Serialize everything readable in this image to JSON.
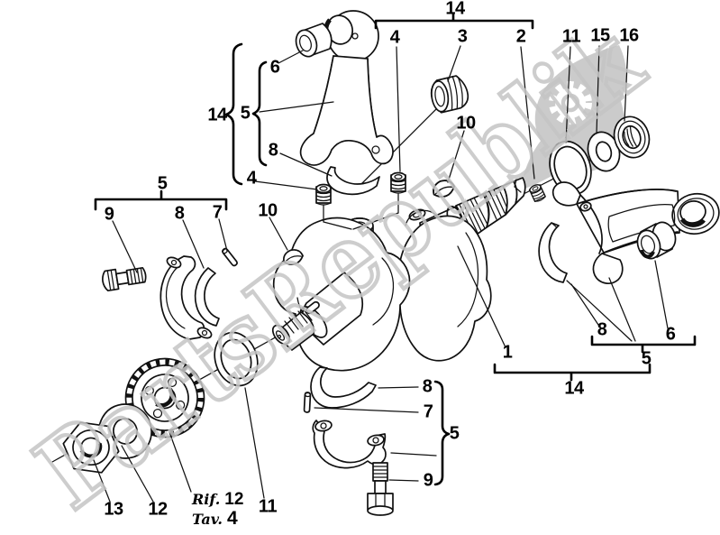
{
  "watermark": {
    "text": "PartsRepublik",
    "color": "#c5c5c5"
  },
  "logo": {
    "shape": "droplet-with-gear-icon",
    "color": "#cbcbcb"
  },
  "colors": {
    "line": "#111111",
    "background": "#ffffff",
    "watermark": "#c5c5c5",
    "logo": "#cbcbcb"
  },
  "callouts": {
    "top_bracket_14": "14",
    "top_4": "4",
    "top_3": "3",
    "top_2": "2",
    "top_11": "11",
    "top_15": "15",
    "top_16": "16",
    "rodL_6": "6",
    "rodL_5": "5",
    "rodL_14": "14",
    "rodL_8": "8",
    "rodL_4": "4",
    "mainL_5": "5",
    "mainL_9": "9",
    "mainL_8": "8",
    "mainL_7": "7",
    "mainL_10": "10",
    "center_10": "10",
    "crank_1": "1",
    "rodR_8": "8",
    "rodR_6": "6",
    "rodR_5": "5",
    "rodR_14": "14",
    "mainB_8": "8",
    "mainB_7": "7",
    "mainB_5": "5",
    "mainB_9": "9",
    "gear_13": "13",
    "gear_12": "12",
    "gear_11": "11"
  },
  "footer": {
    "rif_label": "Rif.",
    "rif_number": "12",
    "tav_label": "Tav.",
    "tav_number": "4"
  }
}
